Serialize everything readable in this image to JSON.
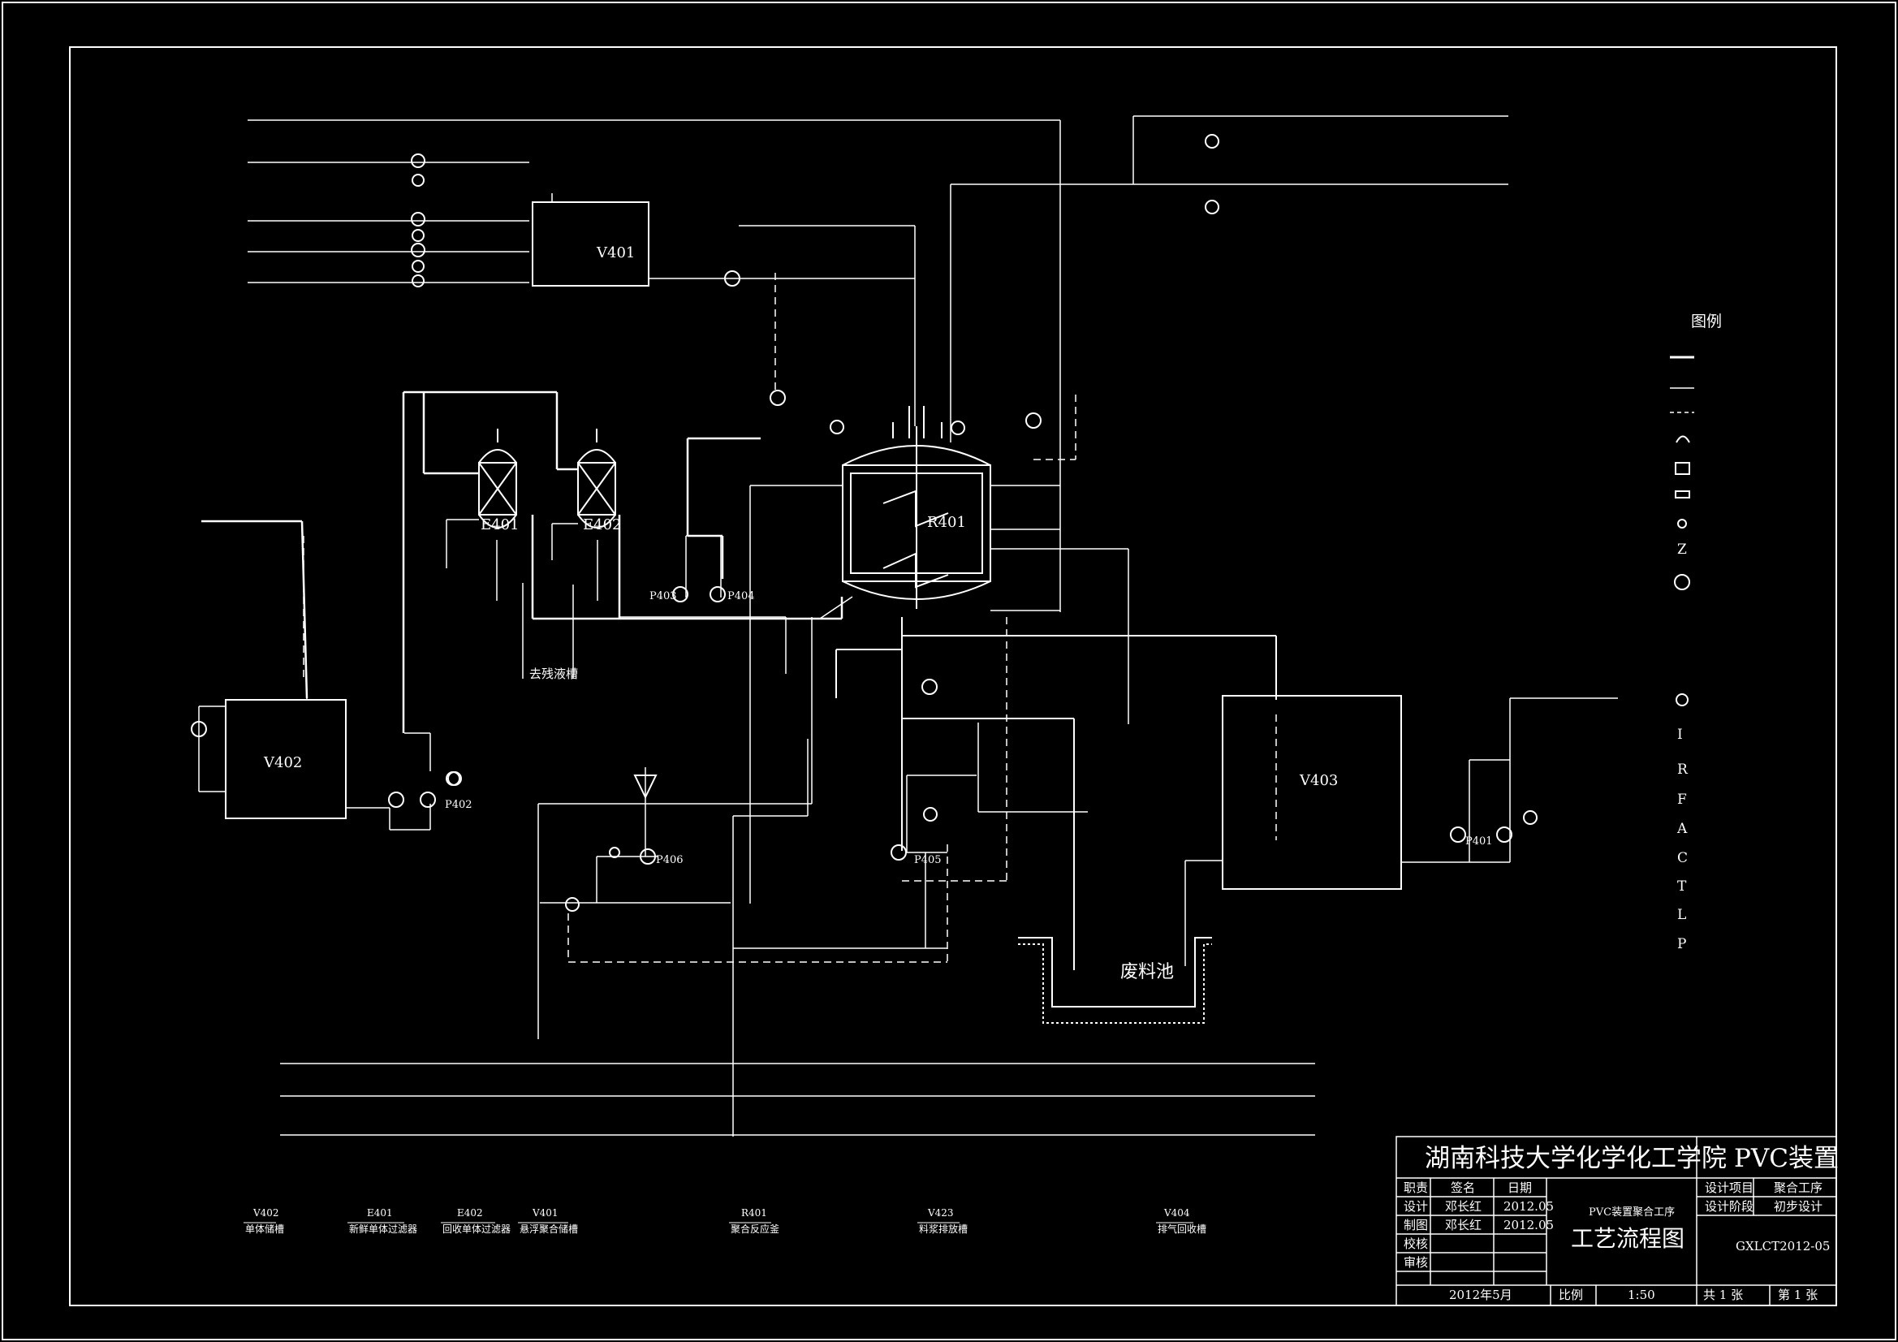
{
  "equipment": {
    "v401": "V401",
    "v402": "V402",
    "v403": "V403",
    "e401": "E401",
    "e402": "E402",
    "r401": "R401",
    "p401": "P401",
    "p402": "P402",
    "p403": "P403",
    "p404": "P404",
    "p405": "P405",
    "p406": "P406"
  },
  "labels": {
    "waste_pool": "废料池",
    "to_recovery": "去残液槽"
  },
  "legend": {
    "title": "图例",
    "letters": [
      "Z",
      "I",
      "R",
      "F",
      "A",
      "C",
      "T",
      "L",
      "P"
    ]
  },
  "equipment_list": [
    {
      "tag": "V402",
      "name": "单体储槽"
    },
    {
      "tag": "E401",
      "name": "新鲜单体过滤器"
    },
    {
      "tag": "E402",
      "name": "回收单体过滤器"
    },
    {
      "tag": "V401",
      "name": "悬浮聚合储槽"
    },
    {
      "tag": "R401",
      "name": "聚合反应釜"
    },
    {
      "tag": "V423",
      "name": "料浆排放槽"
    },
    {
      "tag": "V404",
      "name": "排气回收槽"
    }
  ],
  "title_block": {
    "institute": "湖南科技大学化学化工学院",
    "project": "PVC装置",
    "row_headers": [
      "职责",
      "签名",
      "日期"
    ],
    "design_label": "设计",
    "design_name": "邓长红",
    "design_date": "2012.05",
    "draw_label": "制图",
    "draw_name": "邓长红",
    "draw_date": "2012.05",
    "check_label": "校核",
    "review_label": "审核",
    "drawing_subtitle": "PVC装置聚合工序",
    "drawing_title": "工艺流程图",
    "design_item_label": "设计项目",
    "design_item_value": "聚合工序",
    "design_stage_label": "设计阶段",
    "design_stage_value": "初步设计",
    "drawing_no": "GXLCT2012-05",
    "date": "2012年5月",
    "scale_label": "比例",
    "scale_value": "1:50",
    "sheets_total": "共 1 张",
    "sheet_no": "第 1 张"
  }
}
